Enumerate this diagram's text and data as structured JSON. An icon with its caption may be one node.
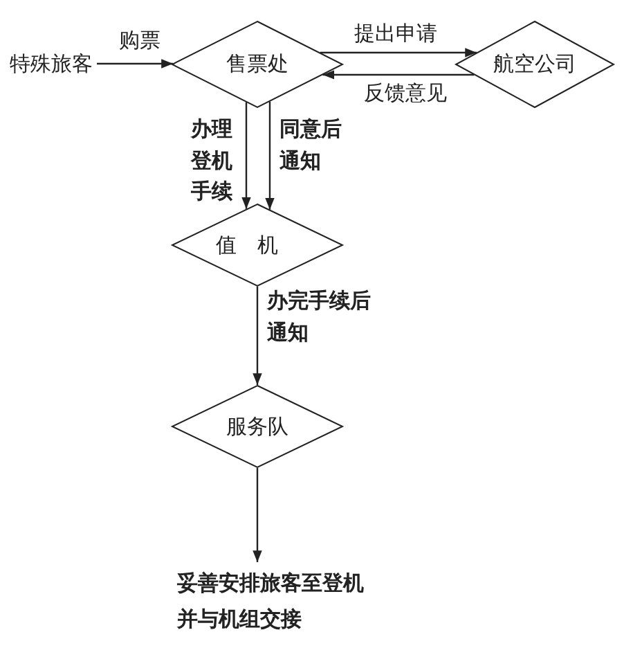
{
  "diagram": {
    "nodes": [
      {
        "text": [
          "特殊旅客"
        ]
      },
      {
        "text": [
          "售票处"
        ]
      },
      {
        "text": [
          "航空公司"
        ]
      },
      {
        "text": [
          "值机"
        ]
      },
      {
        "text": [
          "服务队"
        ]
      },
      {
        "text": [
          "妥善安排旅客至登机并与机组交接"
        ]
      }
    ],
    "edges": [
      {
        "from": 0,
        "to": 1,
        "arrow": "to",
        "label": "购票"
      },
      {
        "from": 1,
        "to": 2,
        "arrow": "to",
        "label": "提出申请"
      },
      {
        "from": 2,
        "to": 1,
        "arrow": "to",
        "label": "反馈意见"
      },
      {
        "from": 1,
        "to": 3,
        "arrow": "to",
        "label": "办理登机手续"
      },
      {
        "from": 1,
        "to": 3,
        "arrow": "to",
        "label": "同意后通知"
      },
      {
        "from": 3,
        "to": 4,
        "arrow": "to",
        "label": "办完手续后通知"
      },
      {
        "from": 4,
        "to": 5,
        "arrow": "to"
      }
    ]
  }
}
